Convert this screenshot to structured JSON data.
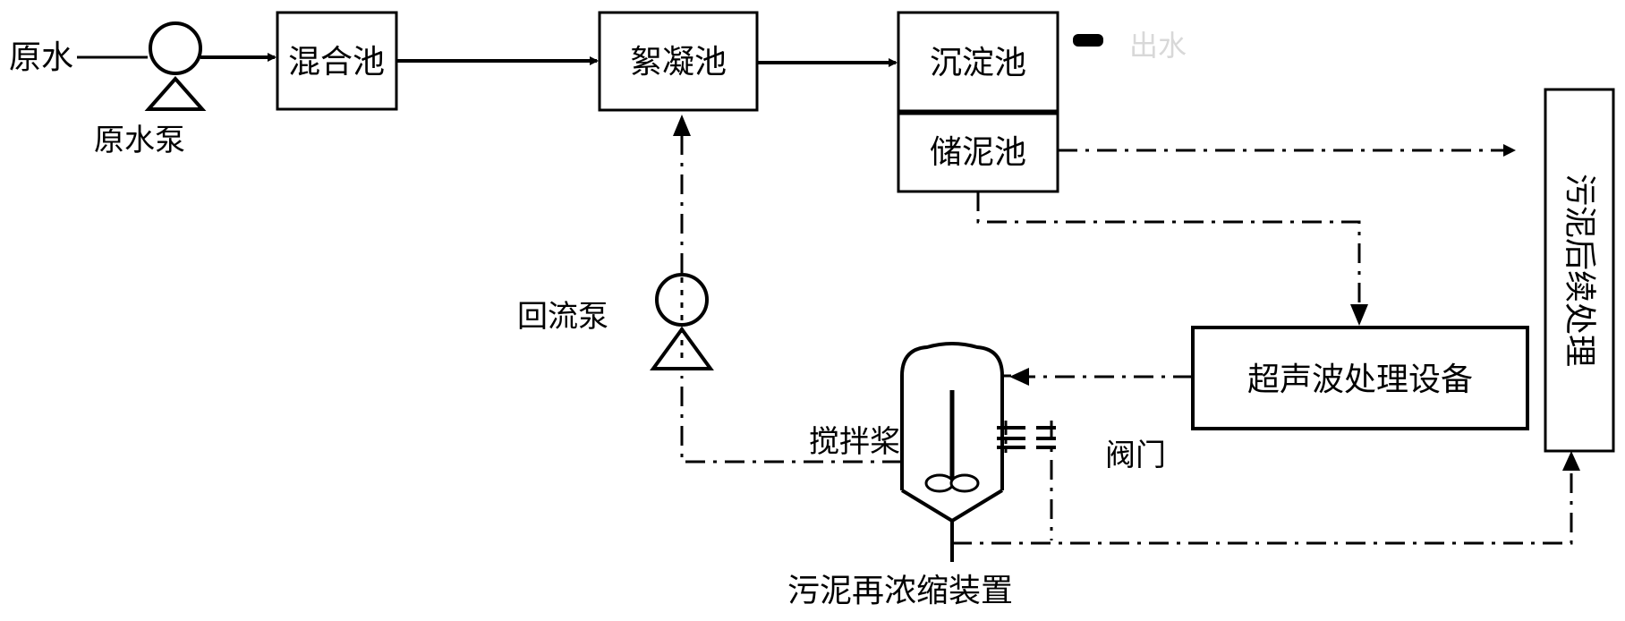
{
  "labels": {
    "raw_water": "原水",
    "raw_water_pump": "原水泵",
    "reflux_pump": "回流泵",
    "stirring_paddle": "搅拌桨",
    "valve": "阀门",
    "thickener": "污泥再浓缩装置",
    "outlet_faint": "出水"
  },
  "boxes": {
    "mixing_tank": "混合池",
    "flocculation_tank": "絮凝池",
    "sedimentation_tank": "沉淀池",
    "sludge_storage_tank": "储泥池",
    "ultrasonic_equipment": "超声波处理设备",
    "sludge_post_treatment": "污泥后续处理"
  },
  "colors": {
    "line": "#000000",
    "faint_text": "#d8d8d8"
  }
}
